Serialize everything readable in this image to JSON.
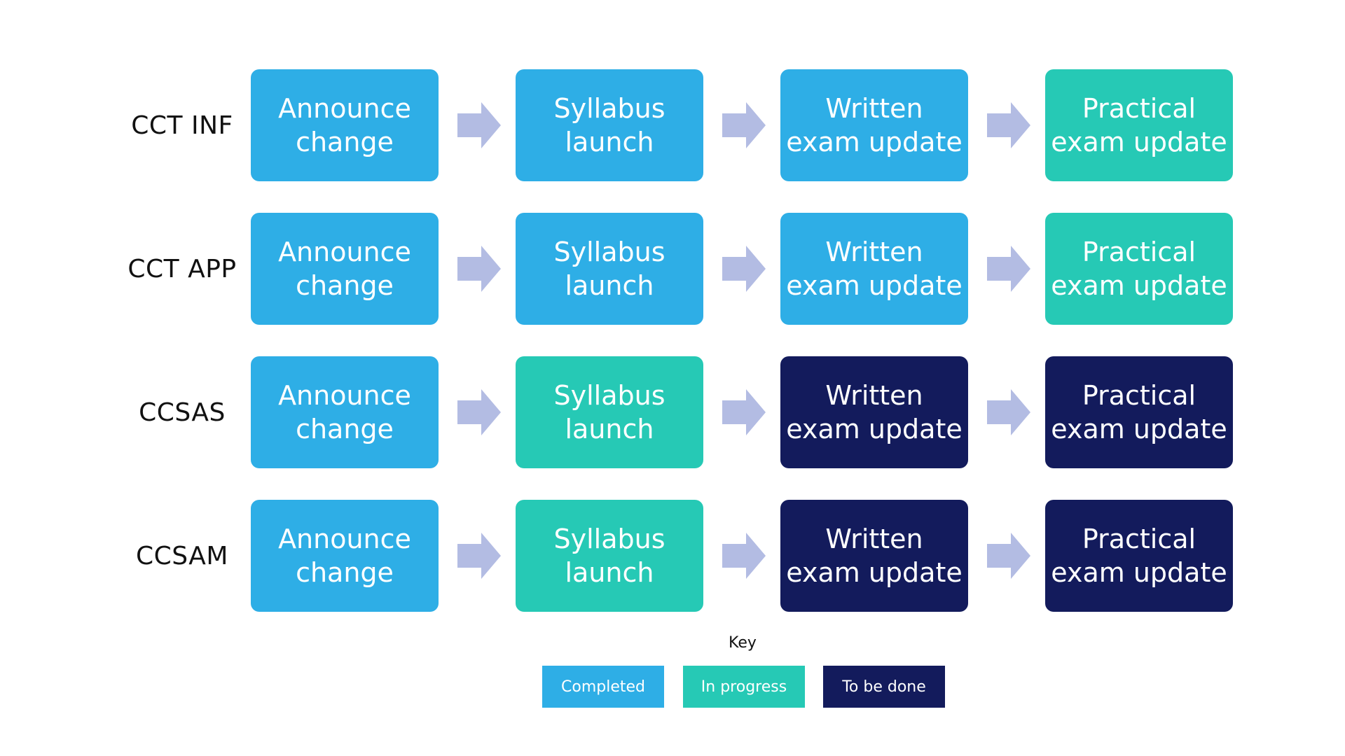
{
  "colors": {
    "completed": "#2EAEE6",
    "in_progress": "#26C9B5",
    "to_be_done": "#131B5C",
    "arrow": "#B3BCE3"
  },
  "rows": [
    {
      "label": "CCT INF",
      "stages": [
        {
          "text": "Announce\nchange",
          "status": "completed"
        },
        {
          "text": "Syllabus\nlaunch",
          "status": "completed"
        },
        {
          "text": "Written\nexam update",
          "status": "completed"
        },
        {
          "text": "Practical\nexam update",
          "status": "in_progress"
        }
      ]
    },
    {
      "label": "CCT APP",
      "stages": [
        {
          "text": "Announce\nchange",
          "status": "completed"
        },
        {
          "text": "Syllabus\nlaunch",
          "status": "completed"
        },
        {
          "text": "Written\nexam update",
          "status": "completed"
        },
        {
          "text": "Practical\nexam update",
          "status": "in_progress"
        }
      ]
    },
    {
      "label": "CCSAS",
      "stages": [
        {
          "text": "Announce\nchange",
          "status": "completed"
        },
        {
          "text": "Syllabus\nlaunch",
          "status": "in_progress"
        },
        {
          "text": "Written\nexam update",
          "status": "to_be_done"
        },
        {
          "text": "Practical\nexam update",
          "status": "to_be_done"
        }
      ]
    },
    {
      "label": "CCSAM",
      "stages": [
        {
          "text": "Announce\nchange",
          "status": "completed"
        },
        {
          "text": "Syllabus\nlaunch",
          "status": "in_progress"
        },
        {
          "text": "Written\nexam update",
          "status": "to_be_done"
        },
        {
          "text": "Practical\nexam update",
          "status": "to_be_done"
        }
      ]
    }
  ],
  "key": {
    "title": "Key",
    "items": [
      {
        "label": "Completed",
        "status": "completed"
      },
      {
        "label": "In progress",
        "status": "in_progress"
      },
      {
        "label": "To be done",
        "status": "to_be_done"
      }
    ]
  }
}
